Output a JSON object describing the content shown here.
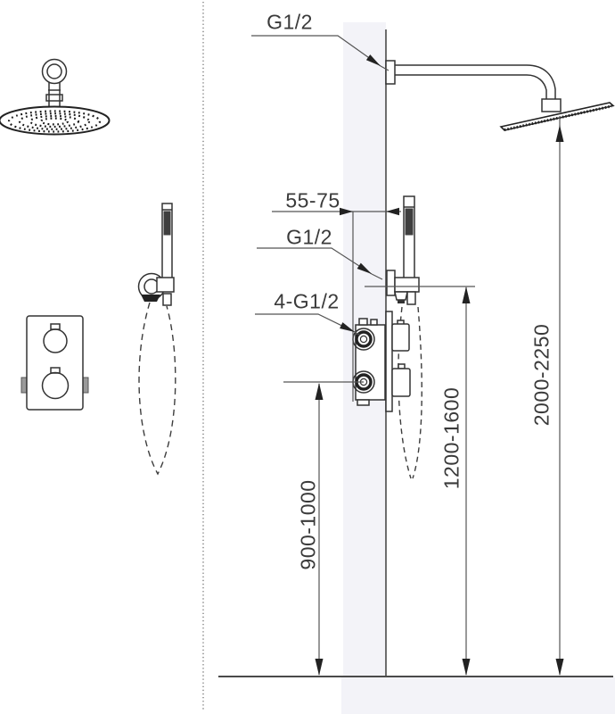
{
  "diagram": {
    "type": "shower-system-installation-drawing",
    "labels": {
      "top_inlet_thread": "G1/2",
      "hand_shower_thread": "G1/2",
      "valve_thread": "4-G1/2",
      "valve_depth_mm": "55-75",
      "valve_height_mm": "900-1000",
      "hand_shower_height_mm": "1200-1600",
      "shower_head_height_mm": "2000-2250"
    },
    "colors": {
      "line": "#4a4a4a",
      "dark": "#222222",
      "dim_line": "#555555",
      "wall_fill": "#f3f3f8",
      "ground_fill": "#f3f3f8",
      "text": "#3a3a3a"
    }
  }
}
